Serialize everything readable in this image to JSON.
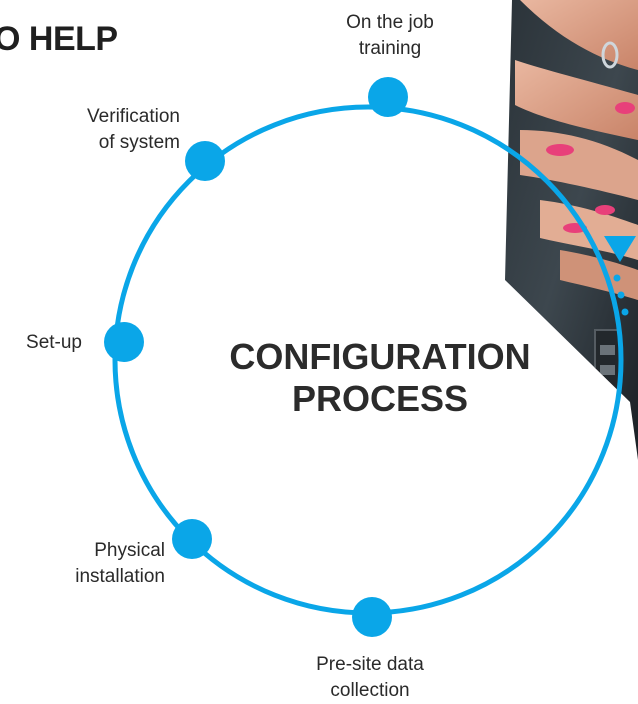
{
  "heading": "O HELP",
  "center_title": {
    "line1": "CONFIGURATION",
    "line2": "PROCESS"
  },
  "colors": {
    "accent": "#0aa6e8",
    "text": "#2a2a2a",
    "background": "#ffffff"
  },
  "steps": [
    {
      "id": "on-the-job-training",
      "line1": "On the job",
      "line2": "training"
    },
    {
      "id": "verification-of-system",
      "line1": "Verification",
      "line2": "of system"
    },
    {
      "id": "set-up",
      "line1": "Set-up",
      "line2": ""
    },
    {
      "id": "physical-installation",
      "line1": "Physical",
      "line2": "installation"
    },
    {
      "id": "pre-site-data-collection",
      "line1": "Pre-site data",
      "line2": "collection"
    }
  ]
}
